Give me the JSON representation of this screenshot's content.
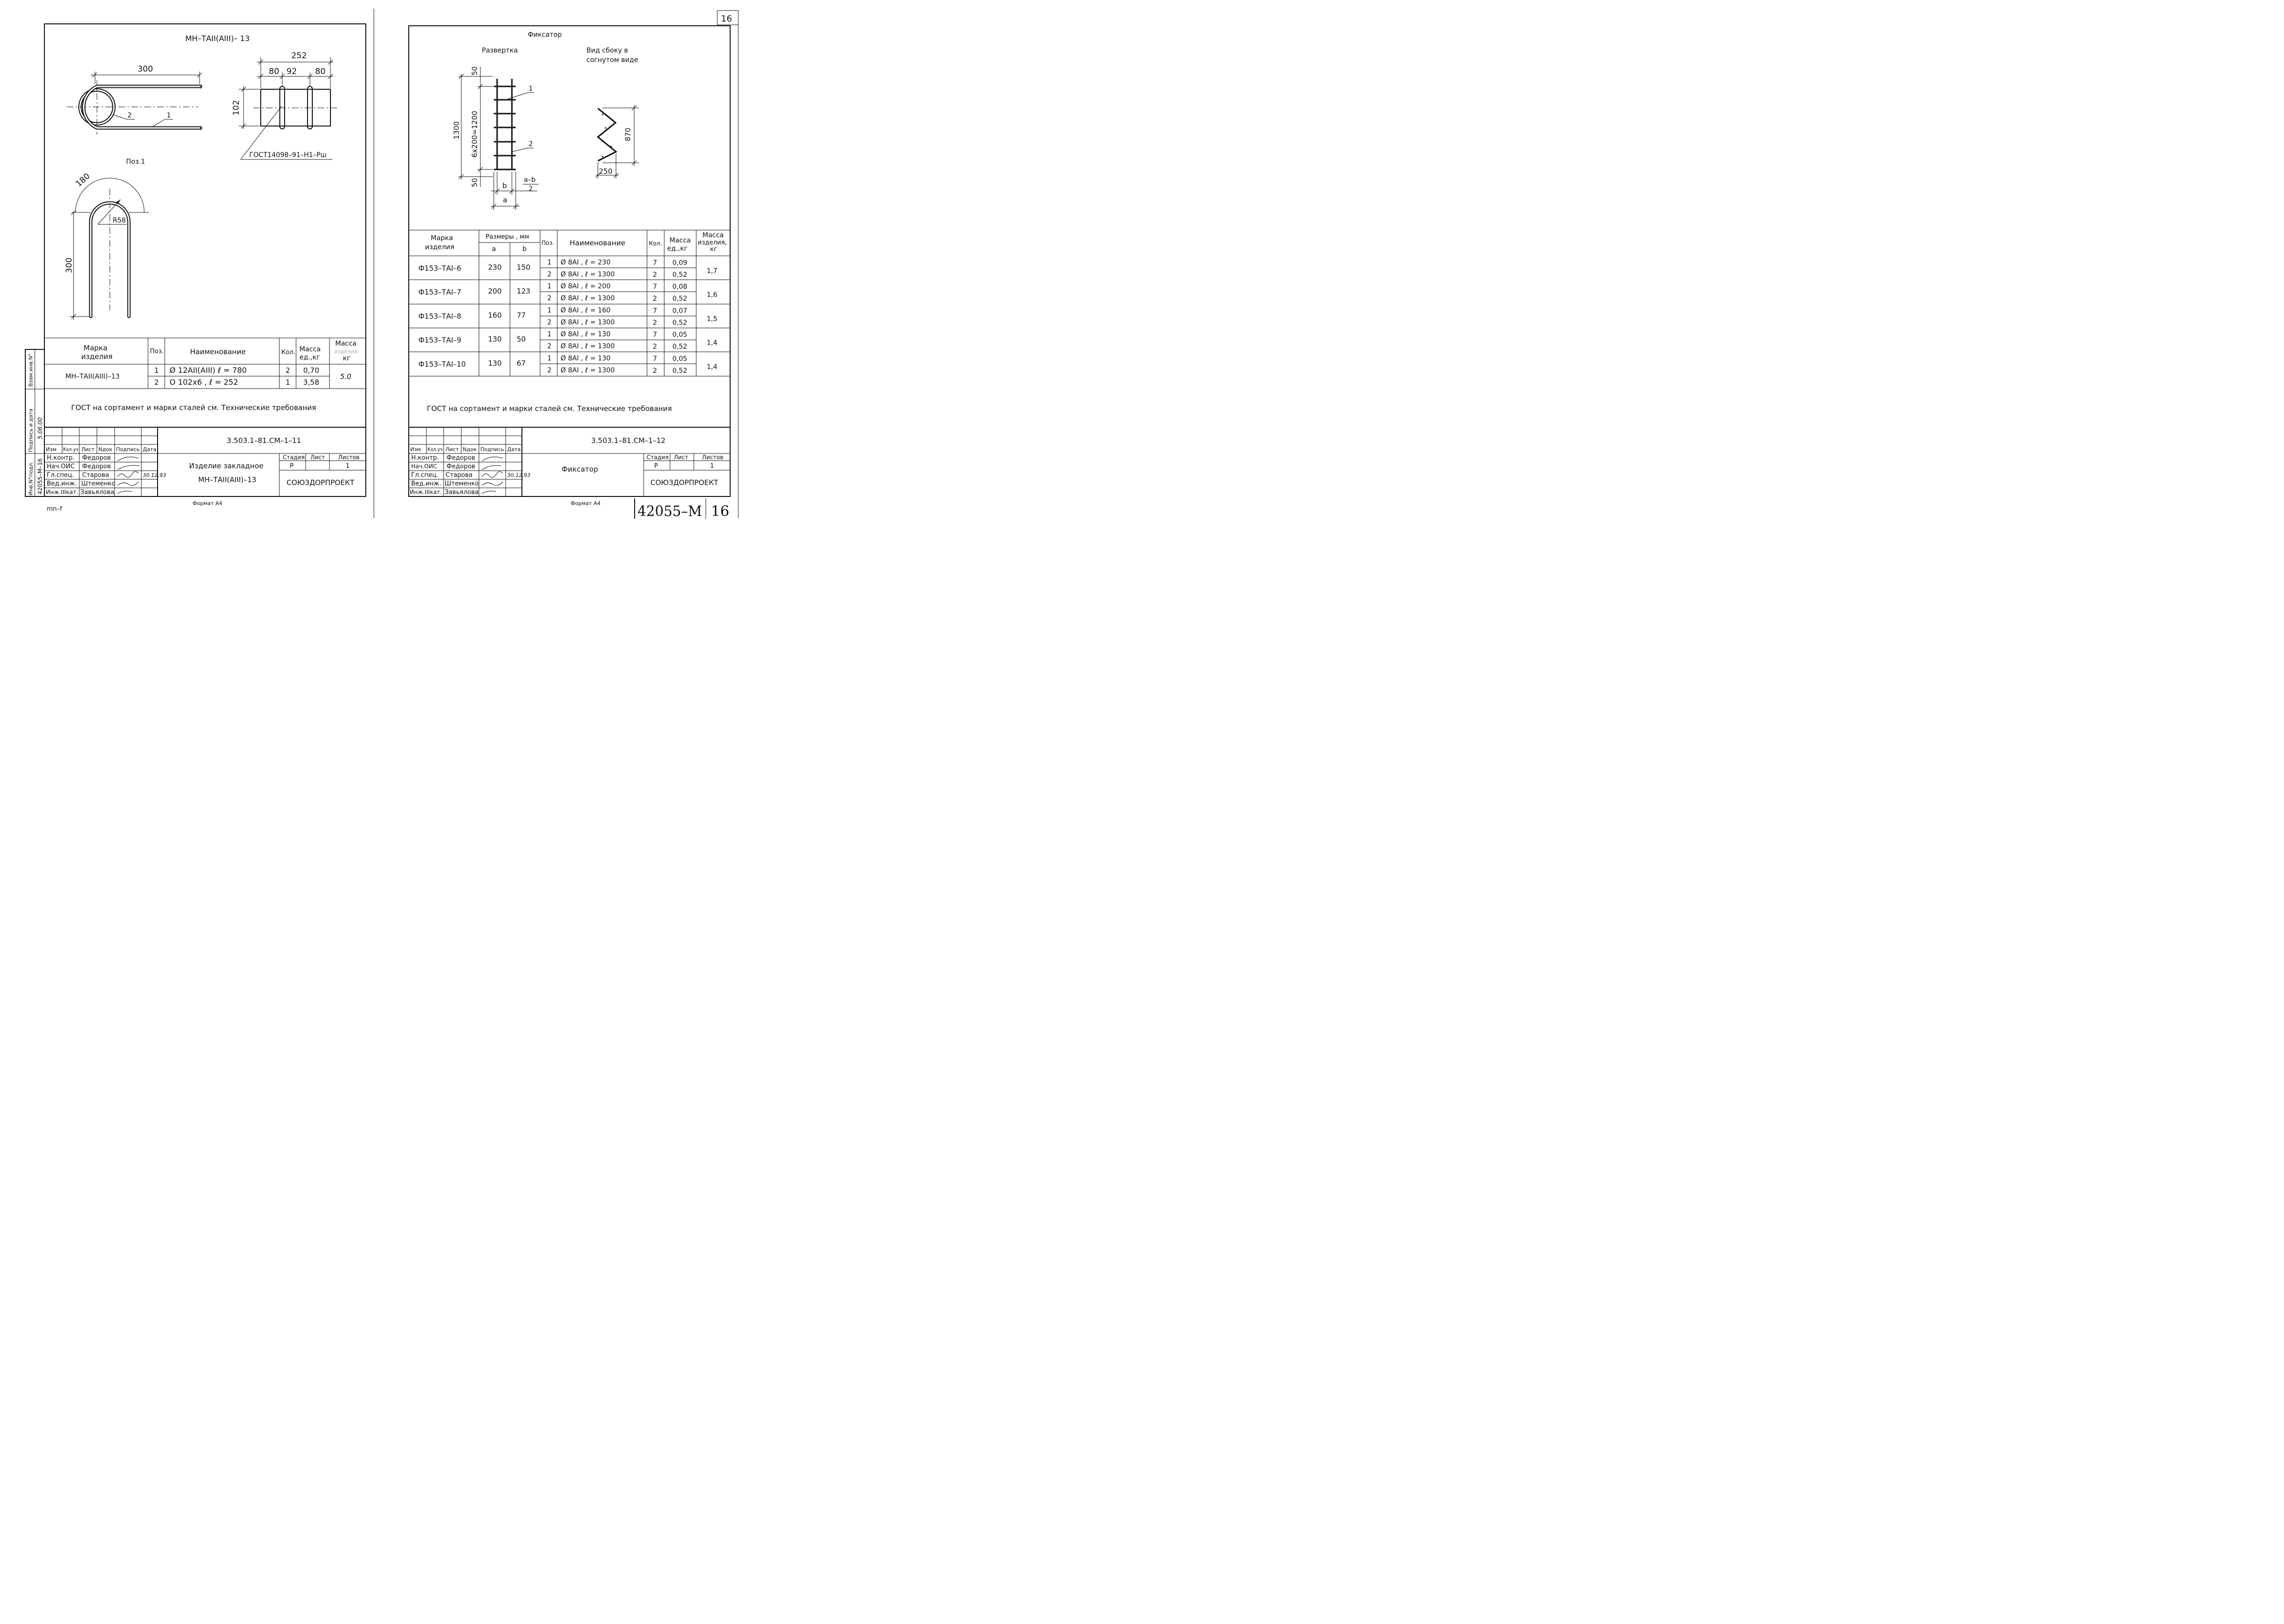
{
  "left": {
    "title": "МН–ТАII(AIII)– 13",
    "dims": {
      "d300_top": "300",
      "d252": "252",
      "d80a": "80",
      "d92": "92",
      "d80b": "80",
      "d102": "102",
      "d180": "180",
      "r58": "R58",
      "d300_side": "300"
    },
    "callouts": {
      "c1": "1",
      "c2": "2"
    },
    "gost_note": "ГОСТ14098–91–Н1–Рш",
    "poz_label": "Поз.1",
    "table": {
      "h_mark": [
        "Марка",
        "изделия"
      ],
      "h_poz": "Поз.",
      "h_name": "Наименование",
      "h_qty": "Кол.",
      "h_mass_unit": [
        "Масса",
        "ед.,кг"
      ],
      "h_mass_item": [
        "Масса",
        "изделия,",
        "кг"
      ],
      "mark": "МН–ТАII(AIII)–13",
      "rows": [
        {
          "poz": "1",
          "name": "Ø 12АII(AIII)  ℓ  =  780",
          "qty": "2",
          "mass": "0,70"
        },
        {
          "poz": "2",
          "name": "O 102х6  ,  ℓ  = 252",
          "qty": "1",
          "mass": "3,58"
        }
      ],
      "item_mass": "5.0"
    },
    "note": "ГОСТ на сортамент и марки сталей см. Технические требования",
    "stamp": {
      "code": "3.503.1–81.СМ–1–11",
      "head": [
        "Изм",
        "Кол.уч",
        "Лист",
        "Nдок",
        "Подпись",
        "Дата"
      ],
      "roles": [
        "Н.контр.",
        "Нач.ОИС",
        "Гл.спец.",
        "Вед.инж.",
        "Инж.IIIкат."
      ],
      "names": [
        "Федоров",
        "Федоров",
        "Старова",
        "Штеменко",
        "Завьялова"
      ],
      "date": "30.12.93",
      "title": [
        "Изделие закладное",
        "МН–ТАII(AIII)–13"
      ],
      "stage_h": [
        "Стадия",
        "Лист",
        "Листов"
      ],
      "stage_v": [
        "Р",
        "",
        "1"
      ],
      "org": "СОЮЗДОРПРОЕКТ"
    },
    "side": {
      "s1": "Взам.инв.N°",
      "s2": "Подпись и дата",
      "s3": "Инв.N°подл.",
      "inv": "42055–М–16"
    },
    "format": "Формат А4",
    "corner": "mn–f"
  },
  "right": {
    "title": "Фиксатор",
    "sub1": "Развертка",
    "sub2": [
      "Вид сбоку в",
      "согнутом виде"
    ],
    "dims": {
      "d50a": "50",
      "d1300": "1300",
      "d6x200": "6х200=1200",
      "d50b": "50",
      "b": "b",
      "a": "a",
      "ab_num": "a–b",
      "ab_den": "2",
      "d870": "870",
      "d250": "250"
    },
    "callouts": {
      "c1": "1",
      "c2": "2"
    },
    "table": {
      "h_mark": [
        "Марка",
        "изделия"
      ],
      "h_sizes": "Размеры , мм",
      "h_a": "a",
      "h_b": "b",
      "h_poz": "Поз.",
      "h_name": "Наименование",
      "h_qty": "Кол.",
      "h_mass_unit": [
        "Масса",
        "ед.,кг"
      ],
      "h_mass_item": [
        "Масса",
        "изделия,",
        "кг"
      ],
      "items": [
        {
          "mark": "Ф153–ТАI–6",
          "a": "230",
          "b": "150",
          "r1": "Ø 8АI  ,  ℓ = 230",
          "q1": "7",
          "m1": "0,09",
          "r2": "Ø 8АI  ,  ℓ = 1300",
          "q2": "2",
          "m2": "0,52",
          "total": "1,7"
        },
        {
          "mark": "Ф153–ТАI–7",
          "a": "200",
          "b": "123",
          "r1": "Ø 8АI  ,  ℓ = 200",
          "q1": "7",
          "m1": "0,08",
          "r2": "Ø 8АI  ,  ℓ = 1300",
          "q2": "2",
          "m2": "0,52",
          "total": "1,6"
        },
        {
          "mark": "Ф153–ТАI–8",
          "a": "160",
          "b": "77",
          "r1": "Ø 8АI  ,  ℓ = 160",
          "q1": "7",
          "m1": "0,07",
          "r2": "Ø 8АI  ,  ℓ = 1300",
          "q2": "2",
          "m2": "0,52",
          "total": "1,5"
        },
        {
          "mark": "Ф153–ТАI–9",
          "a": "130",
          "b": "50",
          "r1": "Ø 8АI  ,  ℓ = 130",
          "q1": "7",
          "m1": "0,05",
          "r2": "Ø 8АI  ,  ℓ = 1300",
          "q2": "2",
          "m2": "0,52",
          "total": "1,4"
        },
        {
          "mark": "Ф153–ТАI–10",
          "a": "130",
          "b": "67",
          "r1": "Ø 8АI  ,  ℓ = 130",
          "q1": "7",
          "m1": "0,05",
          "r2": "Ø 8АI  ,  ℓ = 1300",
          "q2": "2",
          "m2": "0,52",
          "total": "1,4"
        }
      ]
    },
    "note": "ГОСТ на сортамент и марки сталей см. Технические требования",
    "stamp": {
      "code": "3.503.1–81.СМ–1–12",
      "head": [
        "Изм",
        "Кол.уч",
        "Лист",
        "Nдок",
        "Подпись",
        "Дата"
      ],
      "roles": [
        "Н.контр.",
        "Нач.ОИС",
        "Гл.спец.",
        "Вед.инж.",
        "Инж.IIIкат."
      ],
      "names": [
        "Федоров",
        "Федоров",
        "Старова",
        "Штеменко",
        "Завьялова"
      ],
      "date": "30.12.93",
      "title": "Фиксатор",
      "stage_h": [
        "Стадия",
        "Лист",
        "Листов"
      ],
      "stage_v": [
        "Р",
        "",
        "1"
      ],
      "org": "СОЮЗДОРПРОЕКТ"
    },
    "format": "Формат А4",
    "page_top": "16",
    "bottom_code": "42055–М",
    "bottom_num": "16"
  }
}
